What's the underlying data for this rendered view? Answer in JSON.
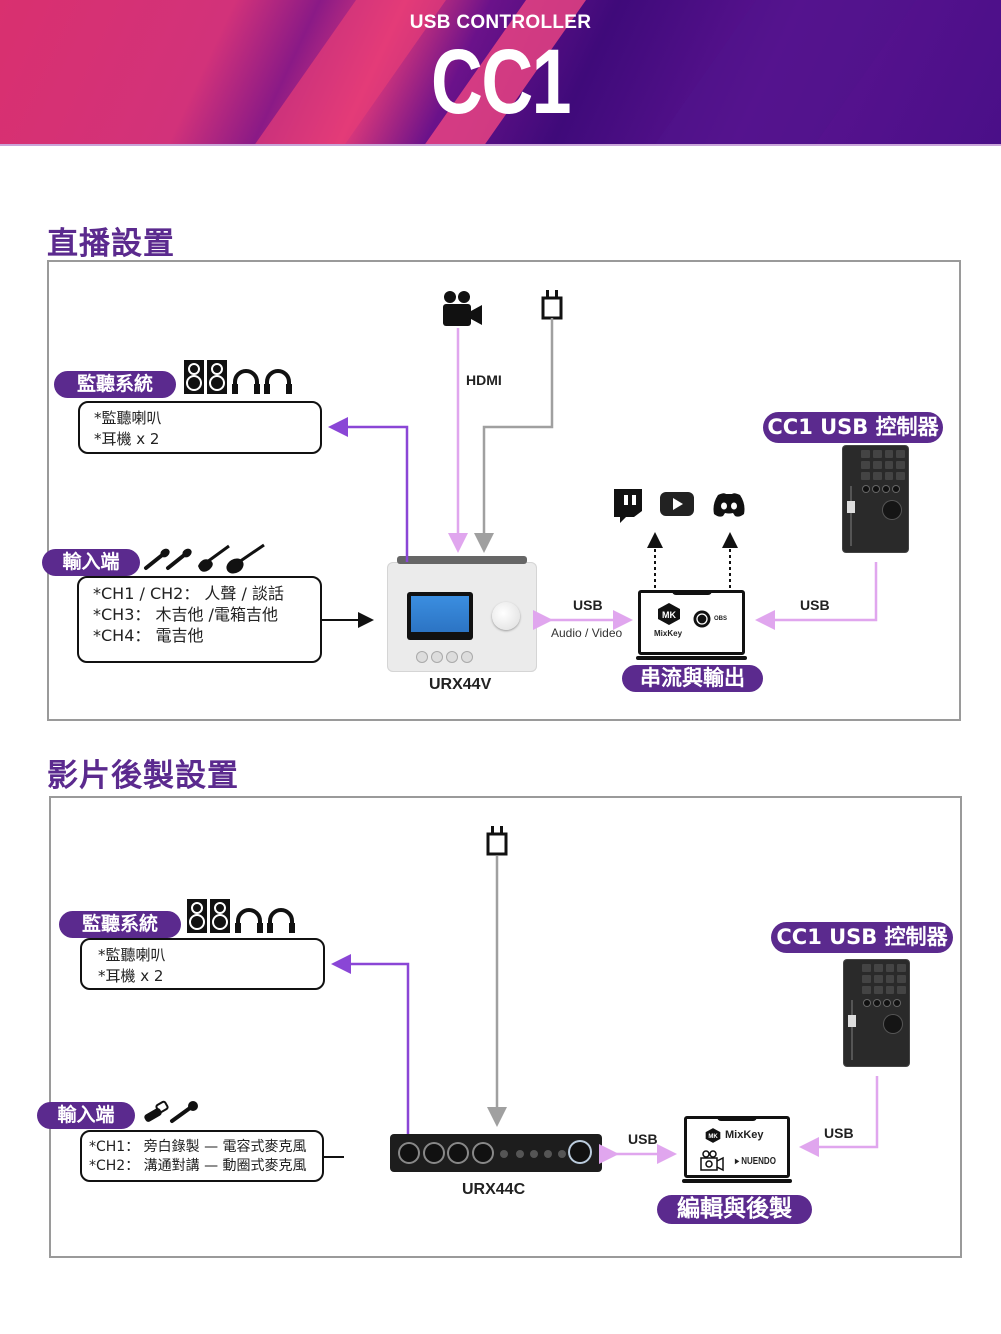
{
  "banner": {
    "subtitle": "USB CONTROLLER",
    "title": "CC1"
  },
  "colors": {
    "brand_purple": "#5b2a8e",
    "light_purple_arrow": "#e0a6ee",
    "dark_purple_arrow": "#8a46d6",
    "grey_cable": "#a0a0a0",
    "frame_border": "#9a9a9a"
  },
  "live": {
    "section_title": "直播設置",
    "monitor": {
      "badge": "監聽系統",
      "icons": [
        "speaker-icon",
        "speaker-icon",
        "headphones-icon",
        "headphones-icon"
      ],
      "lines": [
        "*監聽喇叭",
        "*耳機 x 2"
      ]
    },
    "input": {
      "badge": "輸入端",
      "icons": [
        "microphone-icon",
        "microphone-icon",
        "electric-guitar-icon",
        "acoustic-guitar-icon"
      ],
      "lines": [
        "*CH1 / CH2： 人聲 / 談話",
        "*CH3： 木吉他 /電箱吉他",
        "*CH4： 電吉他"
      ]
    },
    "top_icons": [
      "video-camera-icon",
      "power-plug-icon"
    ],
    "hdmi_label": "HDMI",
    "device_label": "URX44V",
    "usb_left_label": "USB",
    "usb_left_sub": "Audio / Video",
    "laptop_apps": [
      "MixKey",
      "OBS"
    ],
    "laptop_badge": "串流與輸出",
    "platforms": [
      "twitch-icon",
      "youtube-icon",
      "discord-icon"
    ],
    "usb_right_label": "USB",
    "controller_badge": "CC1 USB 控制器"
  },
  "post": {
    "section_title": "影片後製設置",
    "monitor": {
      "badge": "監聽系統",
      "icons": [
        "speaker-icon",
        "speaker-icon",
        "headphones-icon",
        "headphones-icon"
      ],
      "lines": [
        "*監聽喇叭",
        "*耳機 x 2"
      ]
    },
    "input": {
      "badge": "輸入端",
      "icons": [
        "condenser-microphone-icon",
        "dynamic-microphone-icon"
      ],
      "lines": [
        "*CH1： 旁白錄製 — 電容式麥克風",
        "*CH2： 溝通對講 — 動圈式麥克風"
      ]
    },
    "top_icons": [
      "power-plug-icon"
    ],
    "device_label": "URX44C",
    "usb_left_label": "USB",
    "laptop_apps": [
      "MixKey",
      "NUENDO"
    ],
    "laptop_badge": "編輯與後製",
    "usb_right_label": "USB",
    "controller_badge": "CC1 USB 控制器"
  }
}
